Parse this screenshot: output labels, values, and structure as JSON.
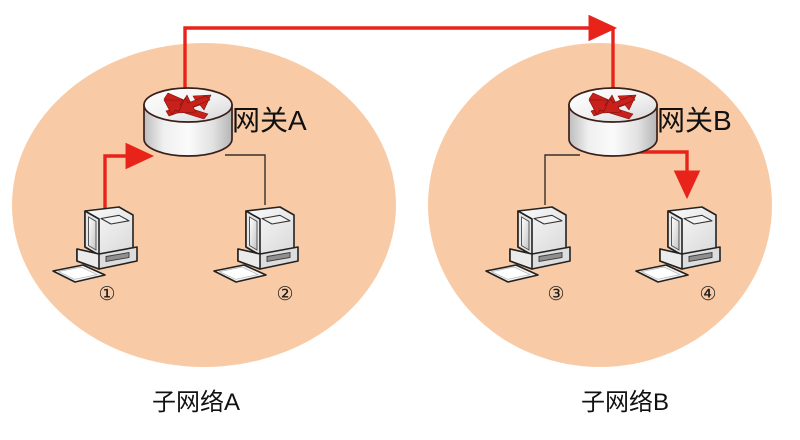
{
  "diagram": {
    "title": "",
    "colors": {
      "subnet_fill": "#f8cba6",
      "canvas": "#ffffff",
      "red_path": "#e8231a",
      "thin_link": "#3a3028",
      "router_arrow": "#c8201a",
      "router_body": "#e9e9e9",
      "text": "#111111"
    },
    "subnets": [
      {
        "id": "subnet-a",
        "label": "子网络A",
        "gateway": {
          "id": "gateway-a",
          "label": "网关A",
          "icon": "router-icon"
        },
        "hosts": [
          {
            "id": "host-1",
            "number": "①",
            "icon": "desktop-computer-icon"
          },
          {
            "id": "host-2",
            "number": "②",
            "icon": "desktop-computer-icon"
          }
        ]
      },
      {
        "id": "subnet-b",
        "label": "子网络B",
        "gateway": {
          "id": "gateway-b",
          "label": "网关B",
          "icon": "router-icon"
        },
        "hosts": [
          {
            "id": "host-3",
            "number": "③",
            "icon": "desktop-computer-icon"
          },
          {
            "id": "host-4",
            "number": "④",
            "icon": "desktop-computer-icon"
          }
        ]
      }
    ],
    "links": [
      {
        "id": "link-host1-gatewayA",
        "style": "red-arrow",
        "from": "host-1",
        "to": "gateway-a"
      },
      {
        "id": "link-gatewayA-host2",
        "style": "thin-line",
        "from": "gateway-a",
        "to": "host-2"
      },
      {
        "id": "link-gatewayA-gatewayB",
        "style": "red-arrow",
        "from": "gateway-a",
        "to": "gateway-b"
      },
      {
        "id": "link-gatewayB-host3",
        "style": "thin-line",
        "from": "gateway-b",
        "to": "host-3"
      },
      {
        "id": "link-gatewayB-host4",
        "style": "red-arrow",
        "from": "gateway-b",
        "to": "host-4"
      }
    ]
  }
}
